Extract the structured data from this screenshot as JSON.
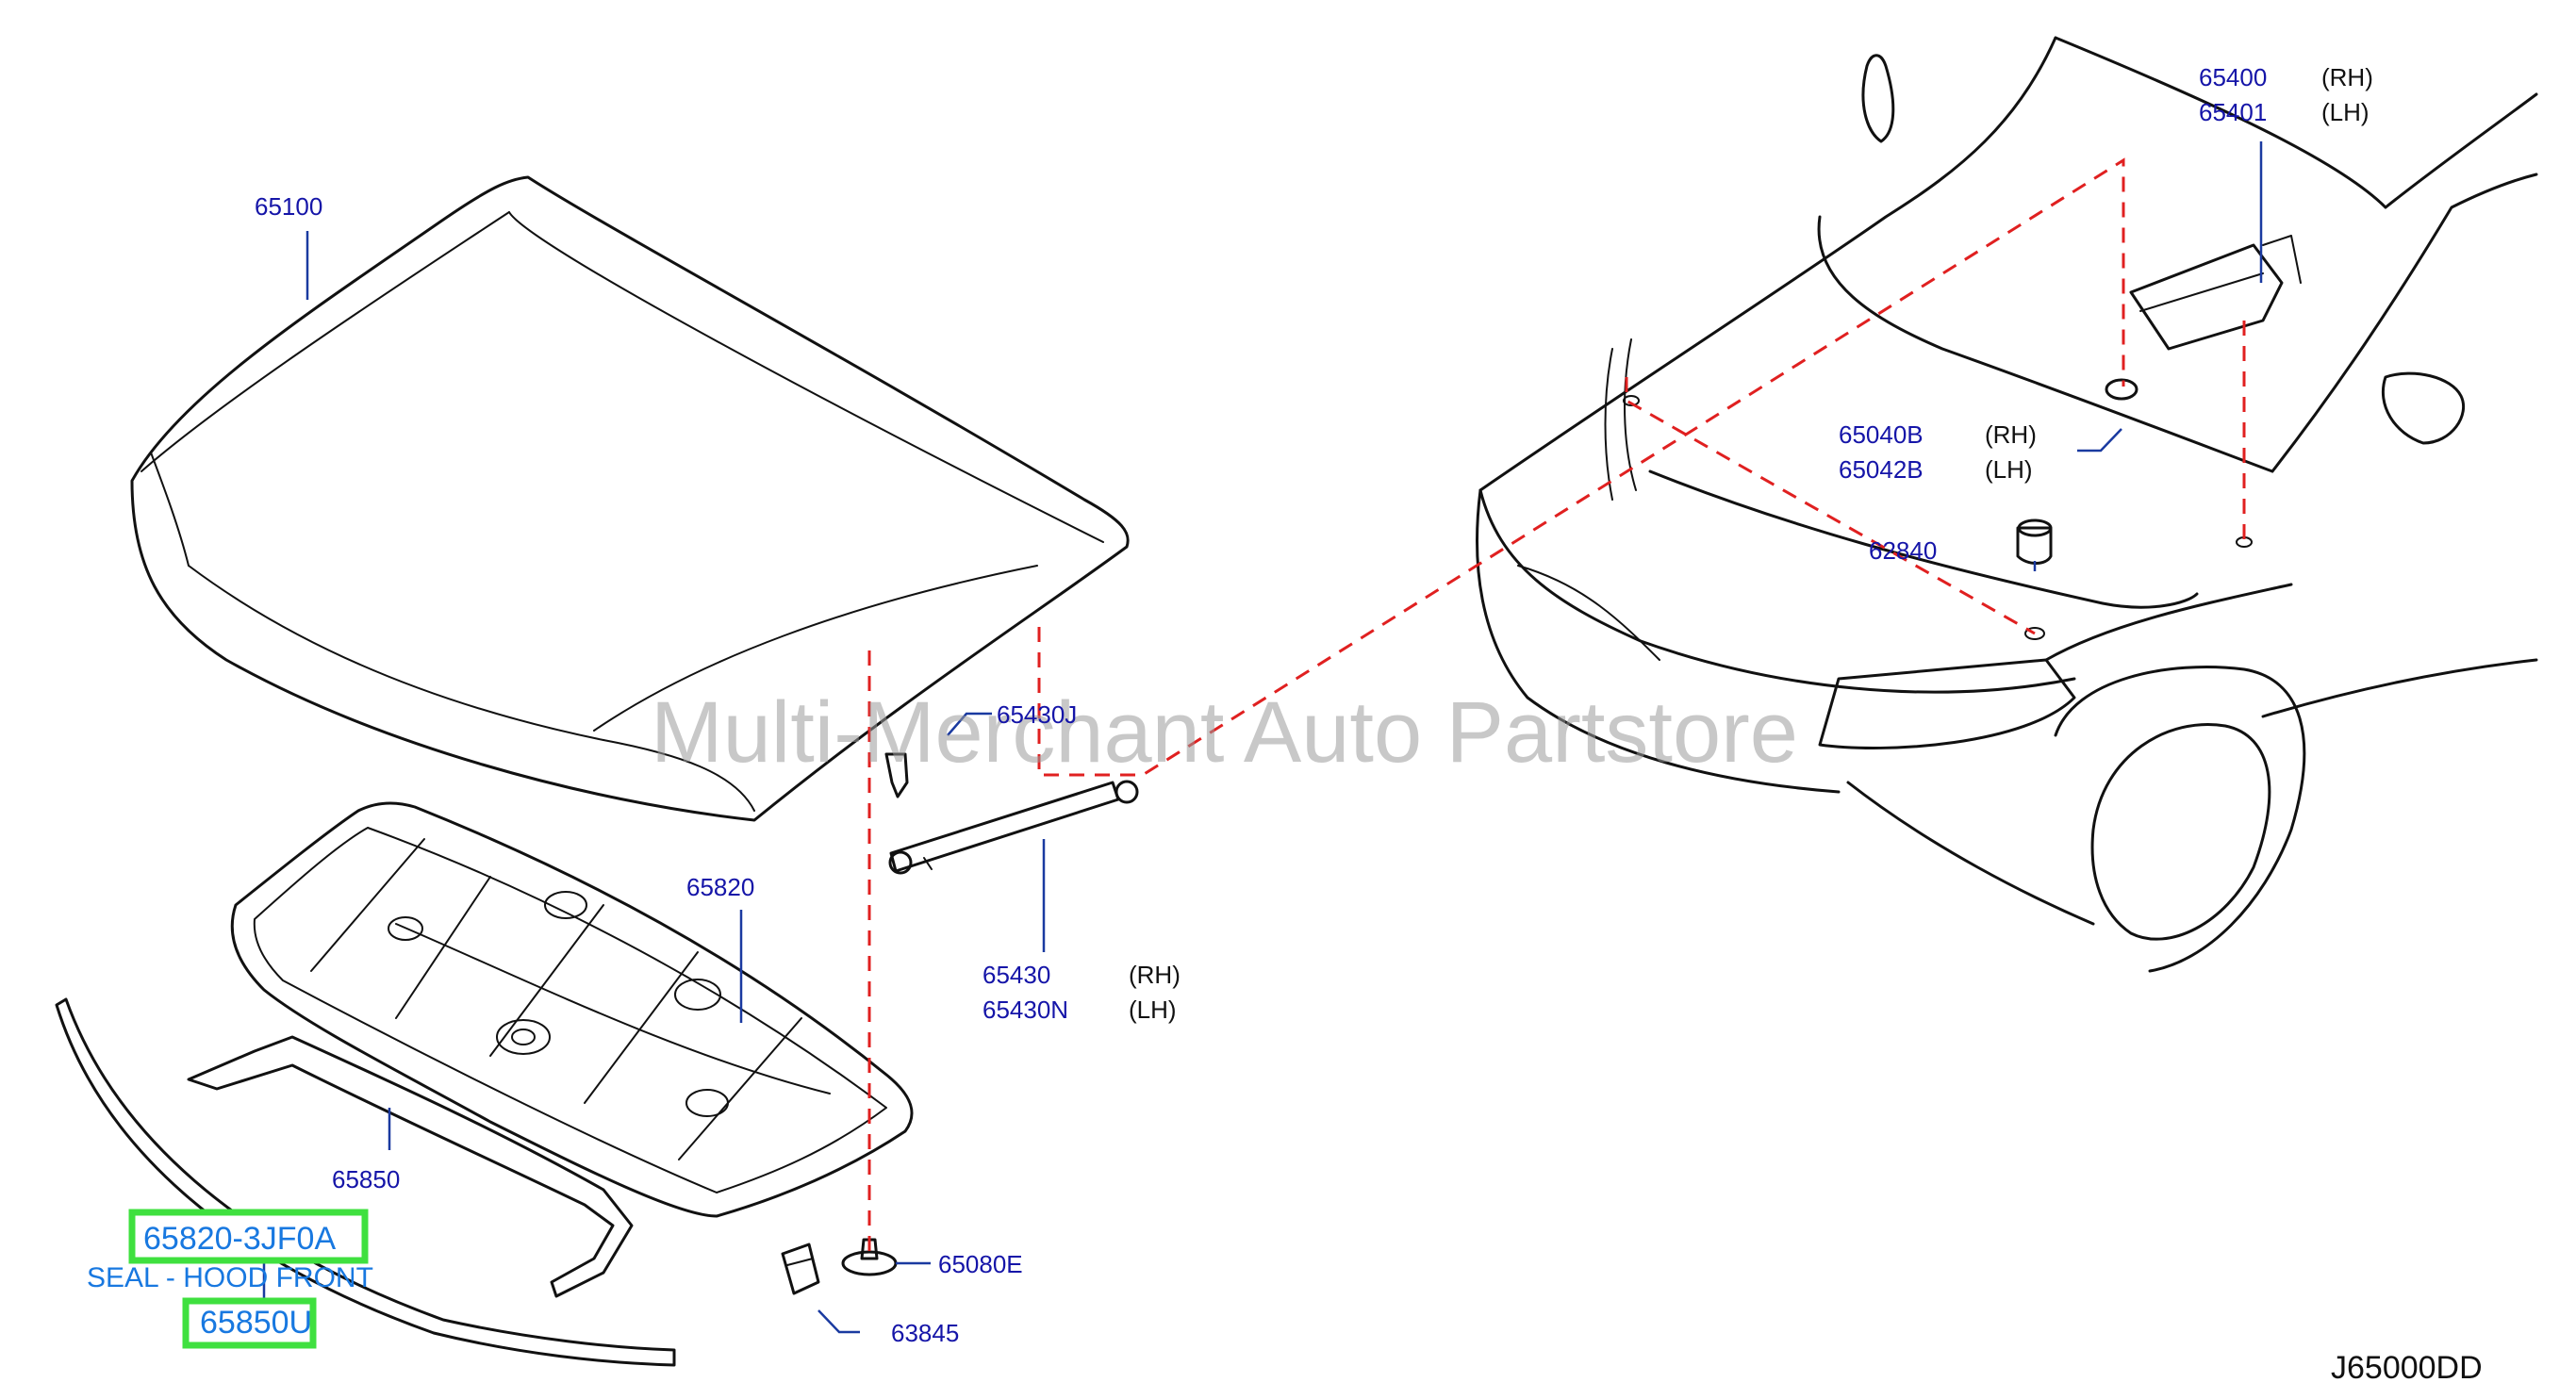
{
  "diagram_code": "J65000DD",
  "watermark": "Multi-Merchant Auto Partstore",
  "highlight": {
    "part_number": "65820-3JF0A",
    "description": "SEAL - HOOD FRONT",
    "sub_part_number": "65850U"
  },
  "callouts": {
    "hood": "65100",
    "hinge_rh": "65400",
    "hinge_lh": "65401",
    "bumper_rh": "65040B",
    "bumper_lh": "65042B",
    "bumper_rubber": "62840",
    "stay_ball": "65430J",
    "stay_rh": "65430",
    "stay_lh": "65430N",
    "insulator": "65820",
    "seal_rear": "65850",
    "clip": "65080E",
    "clip_2": "63845"
  },
  "side_labels": {
    "rh": "(RH)",
    "lh": "(LH)"
  },
  "colors": {
    "part_number": "#1515a8",
    "highlight_box": "#3fe03f",
    "highlight_text": "#1878e0",
    "dashed_line": "#e02020"
  }
}
